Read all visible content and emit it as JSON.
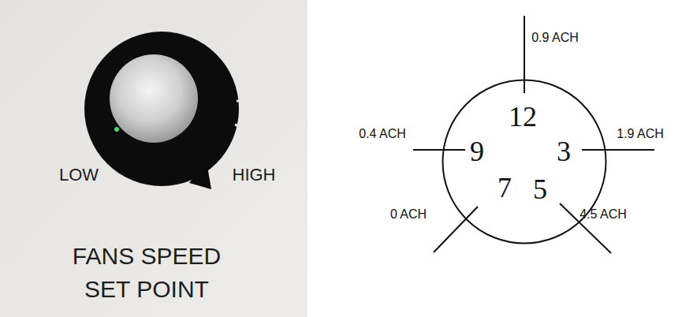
{
  "diagram": {
    "nodes": [
      {
        "text": [
          "12",
          "9",
          "3",
          "7",
          "5"
        ]
      }
    ],
    "labels": [
      "LOW",
      "HIGH",
      "FANS SPEED SET POINT",
      "0.9 ACH",
      "0.4 ACH",
      "1.9 ACH",
      "0 ACH",
      "4.5 ACH"
    ]
  }
}
